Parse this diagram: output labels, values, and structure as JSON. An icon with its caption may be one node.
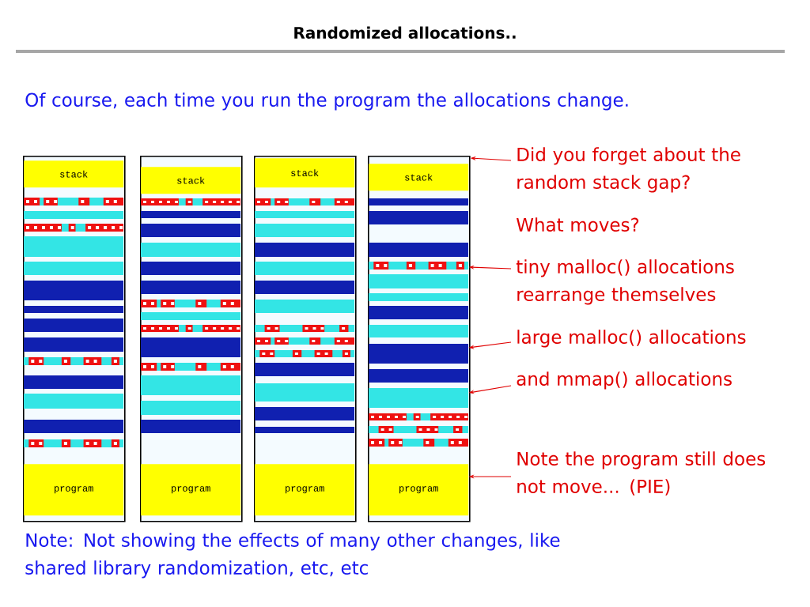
{
  "diagram": {
    "title": "Randomized allocations..",
    "nodes": [
      {
        "text": [],
        "shape": "box"
      },
      {
        "text": [
          "stack"
        ],
        "in": 0
      },
      {
        "text": [
          "program"
        ],
        "in": 0
      },
      {
        "text": [],
        "shape": "box"
      },
      {
        "text": [
          "stack"
        ],
        "in": 3
      },
      {
        "text": [
          "program"
        ],
        "in": 3
      },
      {
        "text": [],
        "shape": "box"
      },
      {
        "text": [
          "stack"
        ],
        "in": 6
      },
      {
        "text": [
          "program"
        ],
        "in": 6
      },
      {
        "text": [],
        "shape": "box"
      },
      {
        "text": [
          "stack"
        ],
        "in": 9
      },
      {
        "text": [
          "program"
        ],
        "in": 9
      },
      {
        "text": [],
        "shape": "bar",
        "in": 9
      },
      {
        "text": [],
        "shape": "bar",
        "in": 9
      },
      {
        "text": [],
        "shape": "bar",
        "in": 9
      },
      {
        "text": [
          "Did you forget about the random stack gap?"
        ]
      },
      {
        "text": [
          "tiny malloc() allocations rearrange themselves"
        ]
      },
      {
        "text": [
          "large malloc() allocations"
        ]
      },
      {
        "text": [
          "and mmap() allocations"
        ]
      },
      {
        "text": [
          "Note the program still does not move... (PIE)"
        ]
      }
    ],
    "edges": [
      {
        "from": 15,
        "to": 9,
        "arrow": "to"
      },
      {
        "from": 16,
        "to": 12,
        "arrow": "to"
      },
      {
        "from": 17,
        "to": 13,
        "arrow": "to"
      },
      {
        "from": 18,
        "to": 14,
        "arrow": "to"
      },
      {
        "from": 19,
        "to": 11,
        "arrow": "to"
      }
    ],
    "labels": [
      "Of course, each time you run the program the allocations change.",
      "What moves?",
      "Note: Not showing the effects of many other changes, like shared library randomization, etc, etc"
    ]
  }
}
